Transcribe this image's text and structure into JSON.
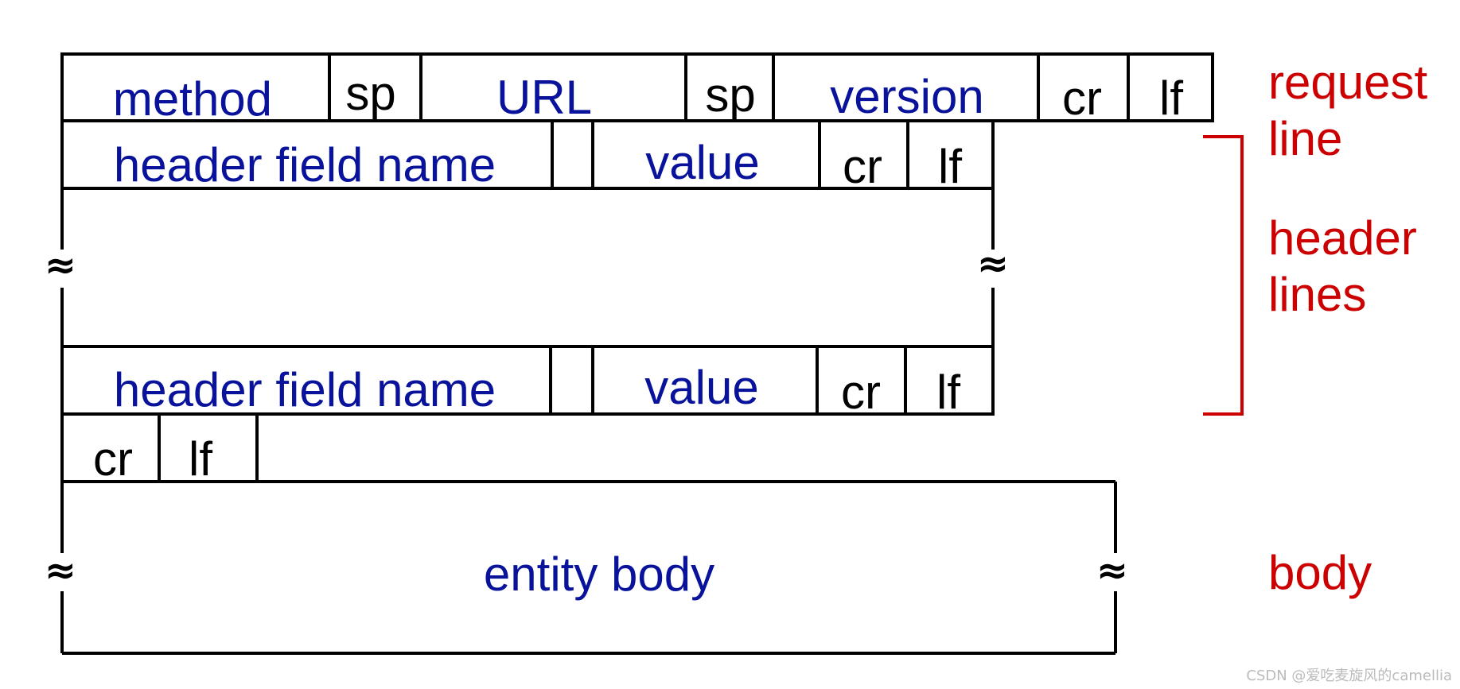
{
  "request_line": {
    "fields": [
      "method",
      "sp",
      "URL",
      "sp",
      "version",
      "cr",
      "lf"
    ]
  },
  "header_line_1": {
    "fields": [
      "header field name",
      "",
      "value",
      "cr",
      "lf"
    ]
  },
  "header_line_2": {
    "fields": [
      "header field name",
      "",
      "value",
      "cr",
      "lf"
    ]
  },
  "blank_line": {
    "fields": [
      "cr",
      "lf"
    ]
  },
  "body": {
    "label": "entity body"
  },
  "side_labels": {
    "request_line": [
      "request",
      "line"
    ],
    "header_lines": [
      "header",
      "lines"
    ],
    "body": "body"
  },
  "break_mark": "≈",
  "watermark": "CSDN @爱吃麦旋风的camellia",
  "colors": {
    "field_text_blue": "#08129a",
    "field_text_black": "#000000",
    "label_red": "#cc0000",
    "outline": "#000000"
  }
}
